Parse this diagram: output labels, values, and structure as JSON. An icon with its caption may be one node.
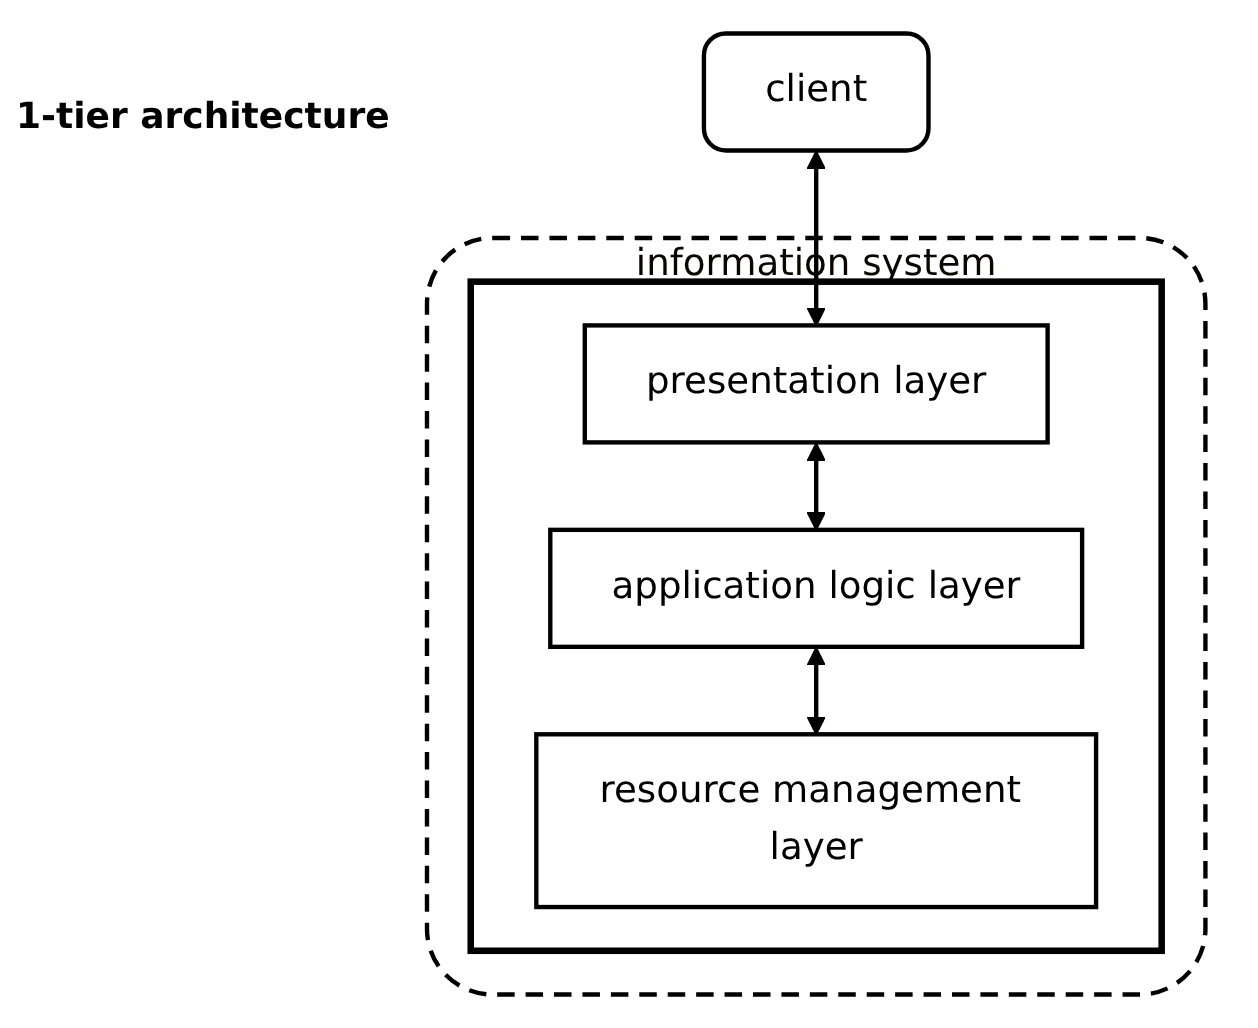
{
  "diagram": {
    "title": "1-tier architecture",
    "nodes": [
      {
        "text": [
          "client"
        ]
      },
      {
        "text": [
          "information system"
        ]
      },
      {
        "text": [],
        "shape": "box",
        "in": 1
      },
      {
        "text": [
          "presentation layer"
        ],
        "in": 2
      },
      {
        "text": [
          "application logic layer"
        ],
        "in": 2
      },
      {
        "text": [
          "resource management layer"
        ],
        "in": 2
      }
    ],
    "edges": [
      {
        "from": 0,
        "to": 3,
        "arrow": "both"
      },
      {
        "from": 3,
        "to": 4,
        "arrow": "both"
      },
      {
        "from": 4,
        "to": 5,
        "arrow": "both"
      }
    ]
  }
}
